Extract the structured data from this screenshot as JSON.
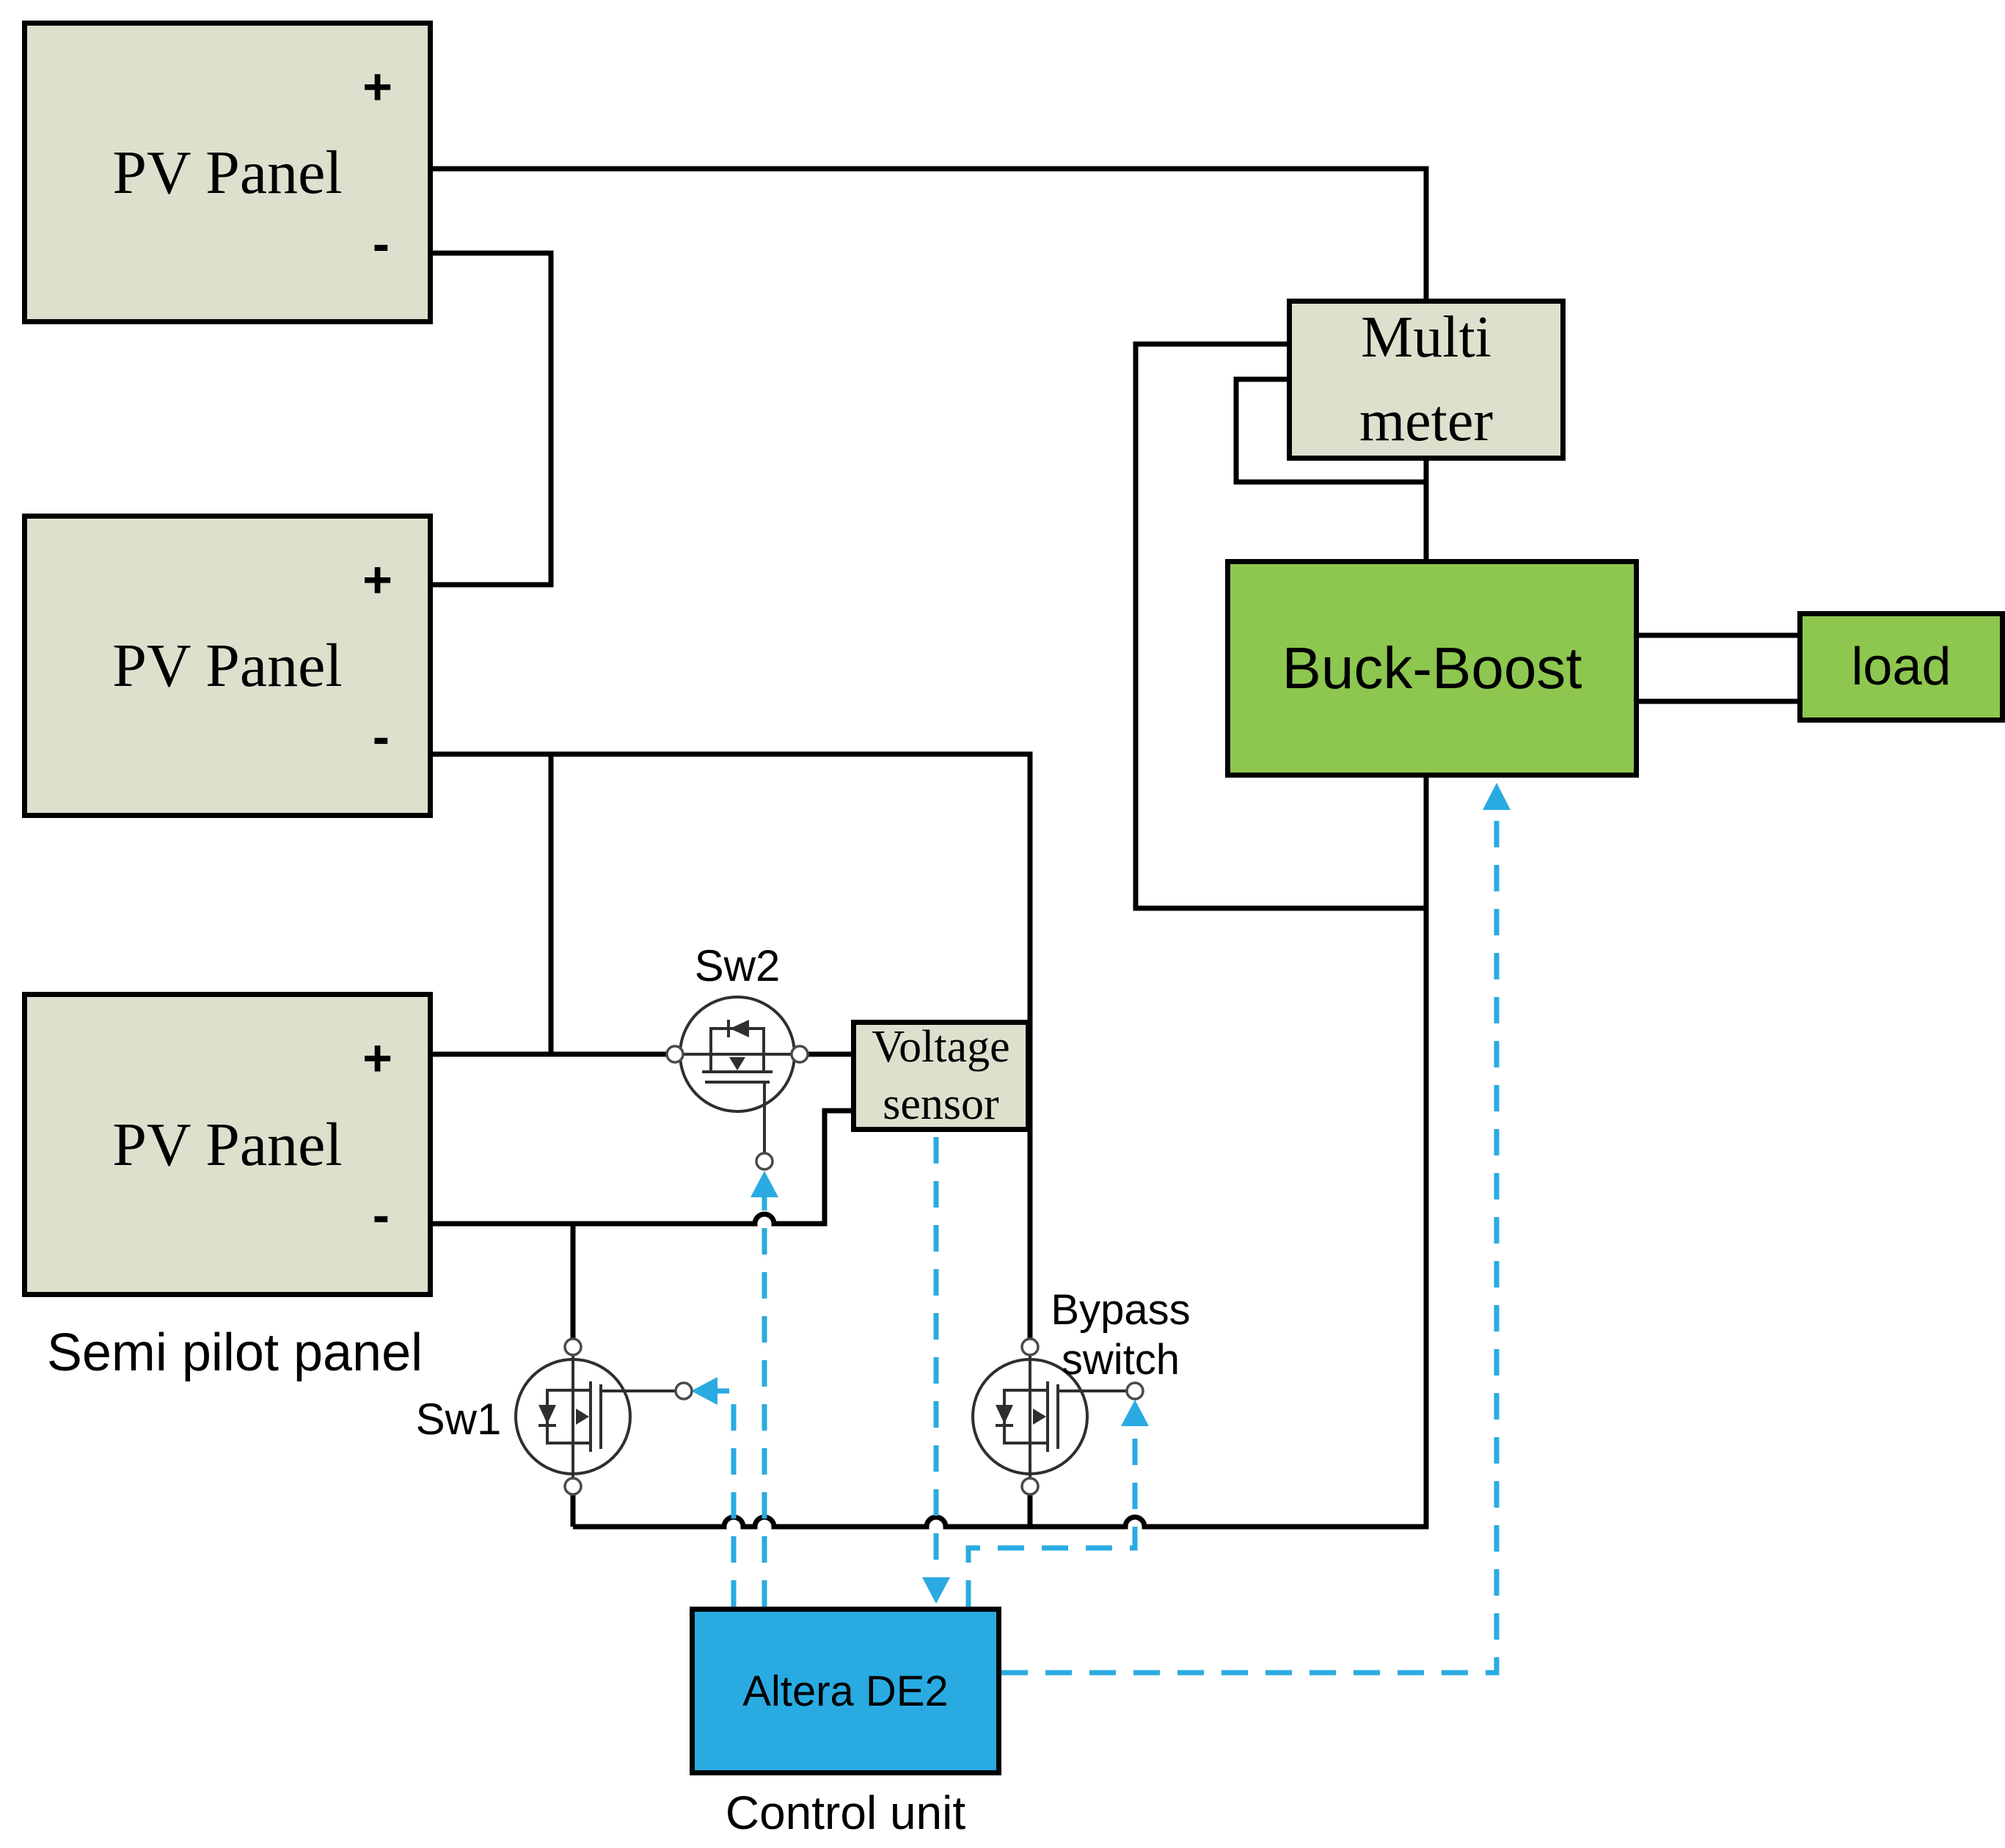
{
  "colors": {
    "panel_fill": "#dde0cd",
    "green": "#8dc74f",
    "blue": "#29abe2",
    "wire": "#000000",
    "signal": "#29abe2"
  },
  "panels": [
    {
      "label": "PV Panel",
      "plus": "+",
      "minus": "-"
    },
    {
      "label": "PV Panel",
      "plus": "+",
      "minus": "-"
    },
    {
      "label": "PV Panel",
      "plus": "+",
      "minus": "-"
    }
  ],
  "semi_pilot_label": "Semi pilot panel",
  "multimeter": {
    "line1": "Multi",
    "line2": "meter"
  },
  "buck_boost": {
    "label": "Buck-Boost"
  },
  "load": {
    "label": "load"
  },
  "voltage_sensor": {
    "line1": "Voltage",
    "line2": "sensor"
  },
  "switches": {
    "sw1": "Sw1",
    "sw2": "Sw2",
    "bypass_line1": "Bypass",
    "bypass_line2": "switch"
  },
  "control_unit": {
    "box_label": "Altera DE2",
    "caption": "Control unit"
  }
}
